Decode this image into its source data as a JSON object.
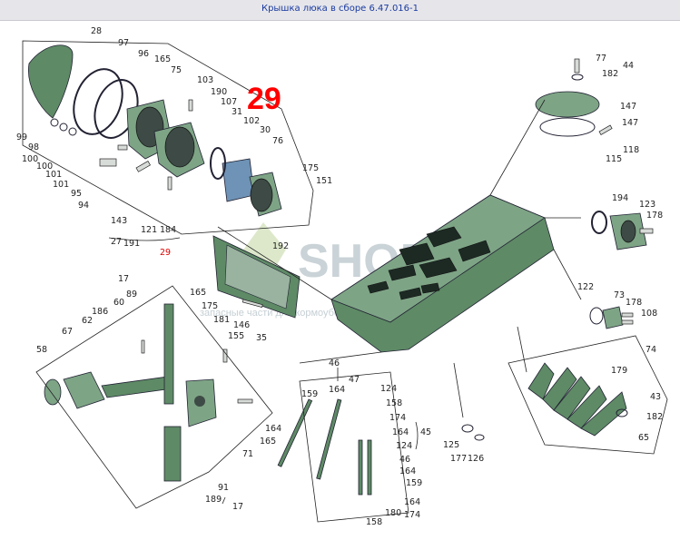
{
  "window": {
    "title": "Крышка люка в сборе 6.47.016-1"
  },
  "diagram": {
    "page_number": "29",
    "watermark": {
      "main": "SHOP",
      "sub": "запасные части для кормоуборочных"
    },
    "labels": {
      "l28": "28",
      "l97": "97",
      "l96": "96",
      "l165a": "165",
      "l75": "75",
      "l103": "103",
      "l190": "190",
      "l107": "107",
      "l31": "31",
      "l102": "102",
      "l30": "30",
      "l76": "76",
      "l99": "99",
      "l98": "98",
      "l100a": "100",
      "l100b": "100",
      "l101a": "101",
      "l101b": "101",
      "l95": "95",
      "l94": "94",
      "l143": "143",
      "l121": "121",
      "l184": "184",
      "l27": "27",
      "l191": "191",
      "l29red": "29",
      "l175a": "175",
      "l151": "151",
      "l77": "77",
      "l44": "44",
      "l182a": "182",
      "l147a": "147",
      "l147b": "147",
      "l118": "118",
      "l115": "115",
      "l194": "194",
      "l123": "123",
      "l178a": "178",
      "l192": "192",
      "l122": "122",
      "l73": "73",
      "l178b": "178",
      "l108": "108",
      "l74": "74",
      "l179": "179",
      "l17a": "17",
      "l89": "89",
      "l60": "60",
      "l186": "186",
      "l62": "62",
      "l165b": "165",
      "l175b": "175",
      "l181": "181",
      "l146": "146",
      "l155": "155",
      "l35": "35",
      "l58": "58",
      "l67": "67",
      "l164a": "164",
      "l165c": "165",
      "l71": "71",
      "l91": "91",
      "l189": "189",
      "l17b": "17",
      "l46": "46",
      "l47": "47",
      "l159a": "159",
      "l164b": "164",
      "l124a": "124",
      "l158a": "158",
      "l174a": "174",
      "l164c": "164",
      "l45": "45",
      "l124b": "124",
      "l46b": "46",
      "l164d": "164",
      "l159b": "159",
      "l164e": "164",
      "l174b": "174",
      "l180": "180",
      "l158b": "158",
      "l125": "125",
      "l177": "177",
      "l126": "126",
      "l43": "43",
      "l182b": "182",
      "l65": "65"
    }
  }
}
